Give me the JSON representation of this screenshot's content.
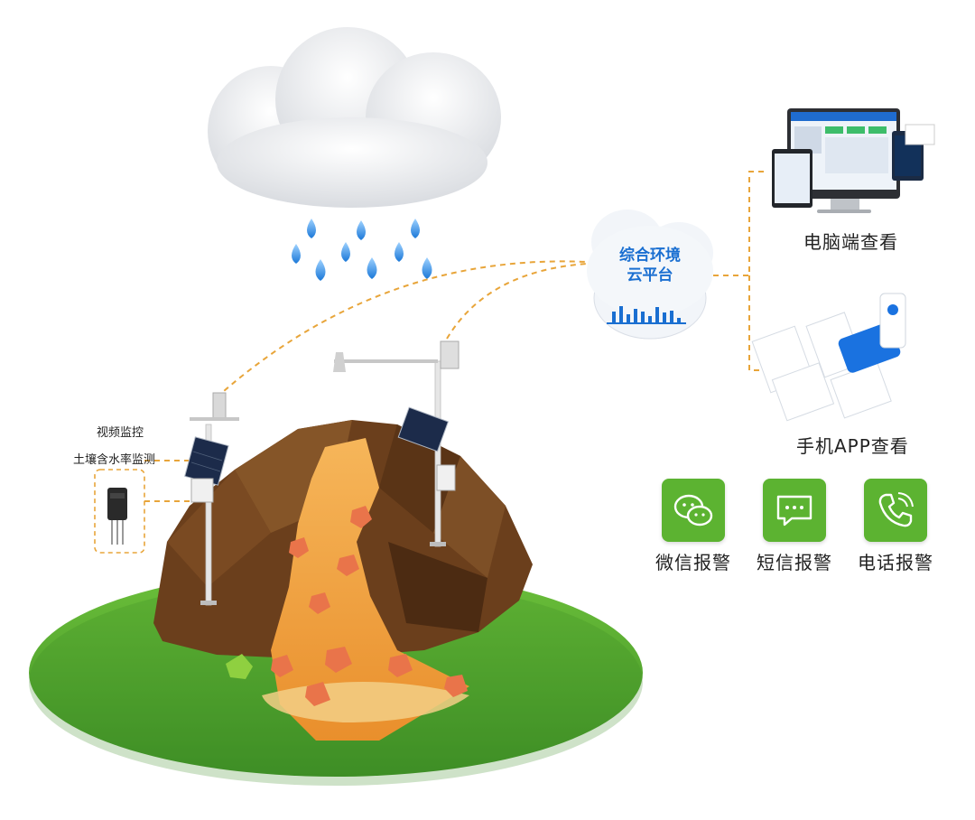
{
  "labels": {
    "video_monitor": "视频监控",
    "soil_moisture": "土壤含水率监测",
    "cloud_platform_line1": "综合环境",
    "cloud_platform_line2": "云平台",
    "pc_view": "电脑端查看",
    "mobile_view": "手机APP查看"
  },
  "alerts": [
    {
      "label": "微信报警",
      "icon": "wechat-icon"
    },
    {
      "label": "短信报警",
      "icon": "sms-icon"
    },
    {
      "label": "电话报警",
      "icon": "phone-icon"
    }
  ],
  "colors": {
    "grass": "#56a833",
    "mountain": "#6b3f1c",
    "debris_flow": "#f0a23a",
    "alert_green": "#5cb331",
    "link_dash": "#e8a53a",
    "platform_blue": "#1a6fd1"
  }
}
